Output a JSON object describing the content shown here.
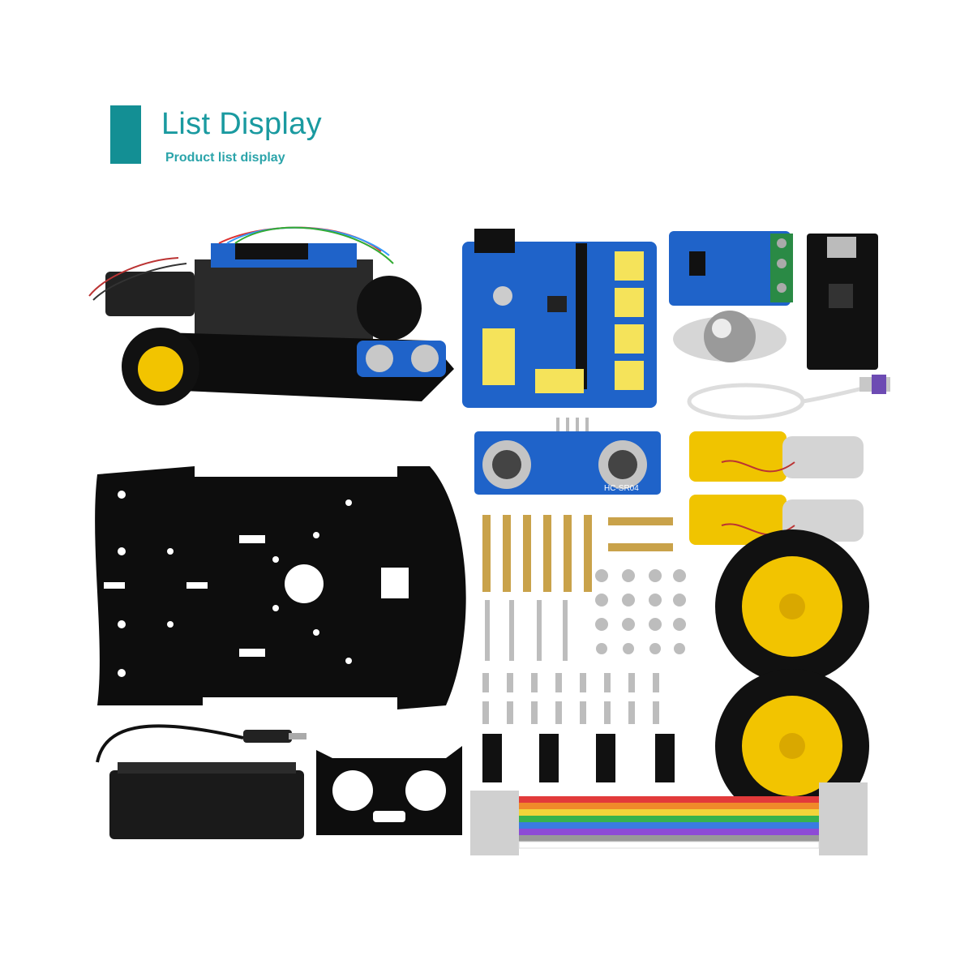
{
  "header": {
    "title": "List Display",
    "subtitle": "Product list display"
  },
  "board": {
    "sensor_label": "HC-SR04"
  },
  "colors": {
    "accent": "#138f94",
    "title": "#1a9aa0",
    "pcb_blue": "#1f63c9",
    "wheel_yellow": "#f2c400",
    "acrylic": "#0d0d0d"
  }
}
